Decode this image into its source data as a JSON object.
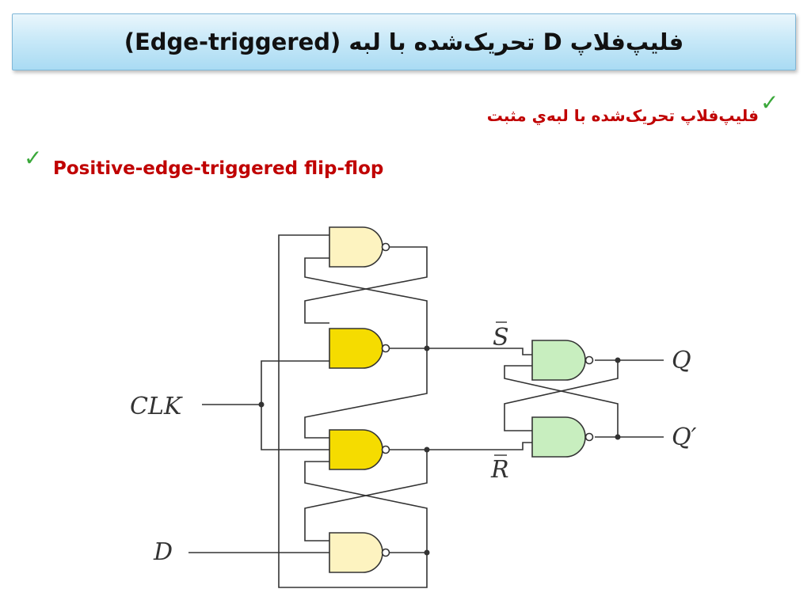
{
  "slide": {
    "title": "فلیپ‌فلاپ D تحریک‌شده با لبه (Edge-triggered)",
    "bullet_fa": "فلیپ‌فلاپ تحریک‌شده با لبه‌ي مثبت",
    "bullet_en": "Positive-edge-triggered flip-flop",
    "check_glyph": "✓"
  },
  "circuit": {
    "labels": {
      "clk": "CLK",
      "d": "D",
      "s_bar": "S",
      "r_bar": "R",
      "q": "Q",
      "q_prime": "Q′"
    },
    "gate_type": "NAND",
    "colors": {
      "latch_gate_pale": "#fdf3c0",
      "latch_gate_bright": "#f5dc00",
      "output_gate": "#c8eebf",
      "wire": "#333333"
    }
  }
}
